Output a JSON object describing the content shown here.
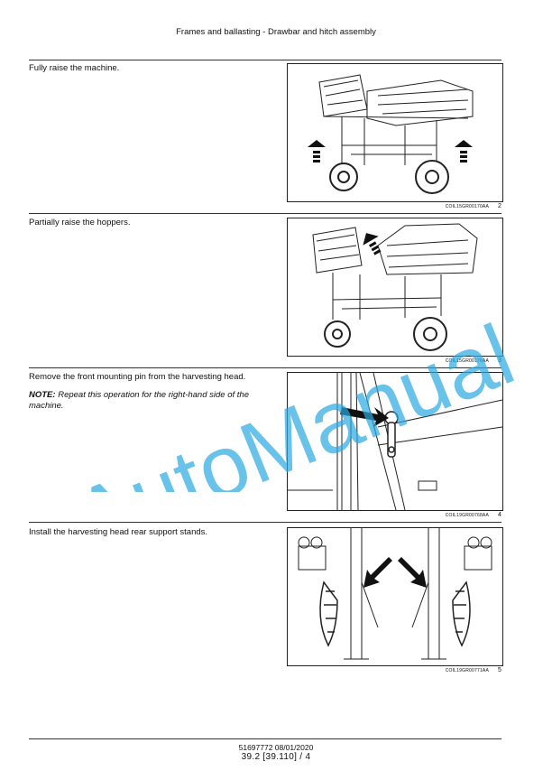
{
  "header": {
    "title": "Frames and ballasting - Drawbar and hitch assembly"
  },
  "steps": [
    {
      "text": "Fully raise the machine.",
      "figure_code": "COIL15GR00170AA",
      "figure_number": "2"
    },
    {
      "text": "Partially raise the hoppers.",
      "figure_code": "COIL15GR00176AA",
      "figure_number": "3"
    },
    {
      "text": "Remove the front mounting pin from the harvesting head.",
      "note_label": "NOTE:",
      "note_text": "Repeat this operation for the right-hand side of the machine.",
      "figure_code": "COIL19GR00768AA",
      "figure_number": "4"
    },
    {
      "text": "Install the harvesting head rear support stands.",
      "figure_code": "COIL19GR00771AA",
      "figure_number": "5"
    }
  ],
  "footer": {
    "doc_code": "51697772 08/01/2020",
    "page": "39.2 [39.110] / 4"
  },
  "watermark": {
    "text": "AutoManual",
    "color": "#29a8e0"
  }
}
